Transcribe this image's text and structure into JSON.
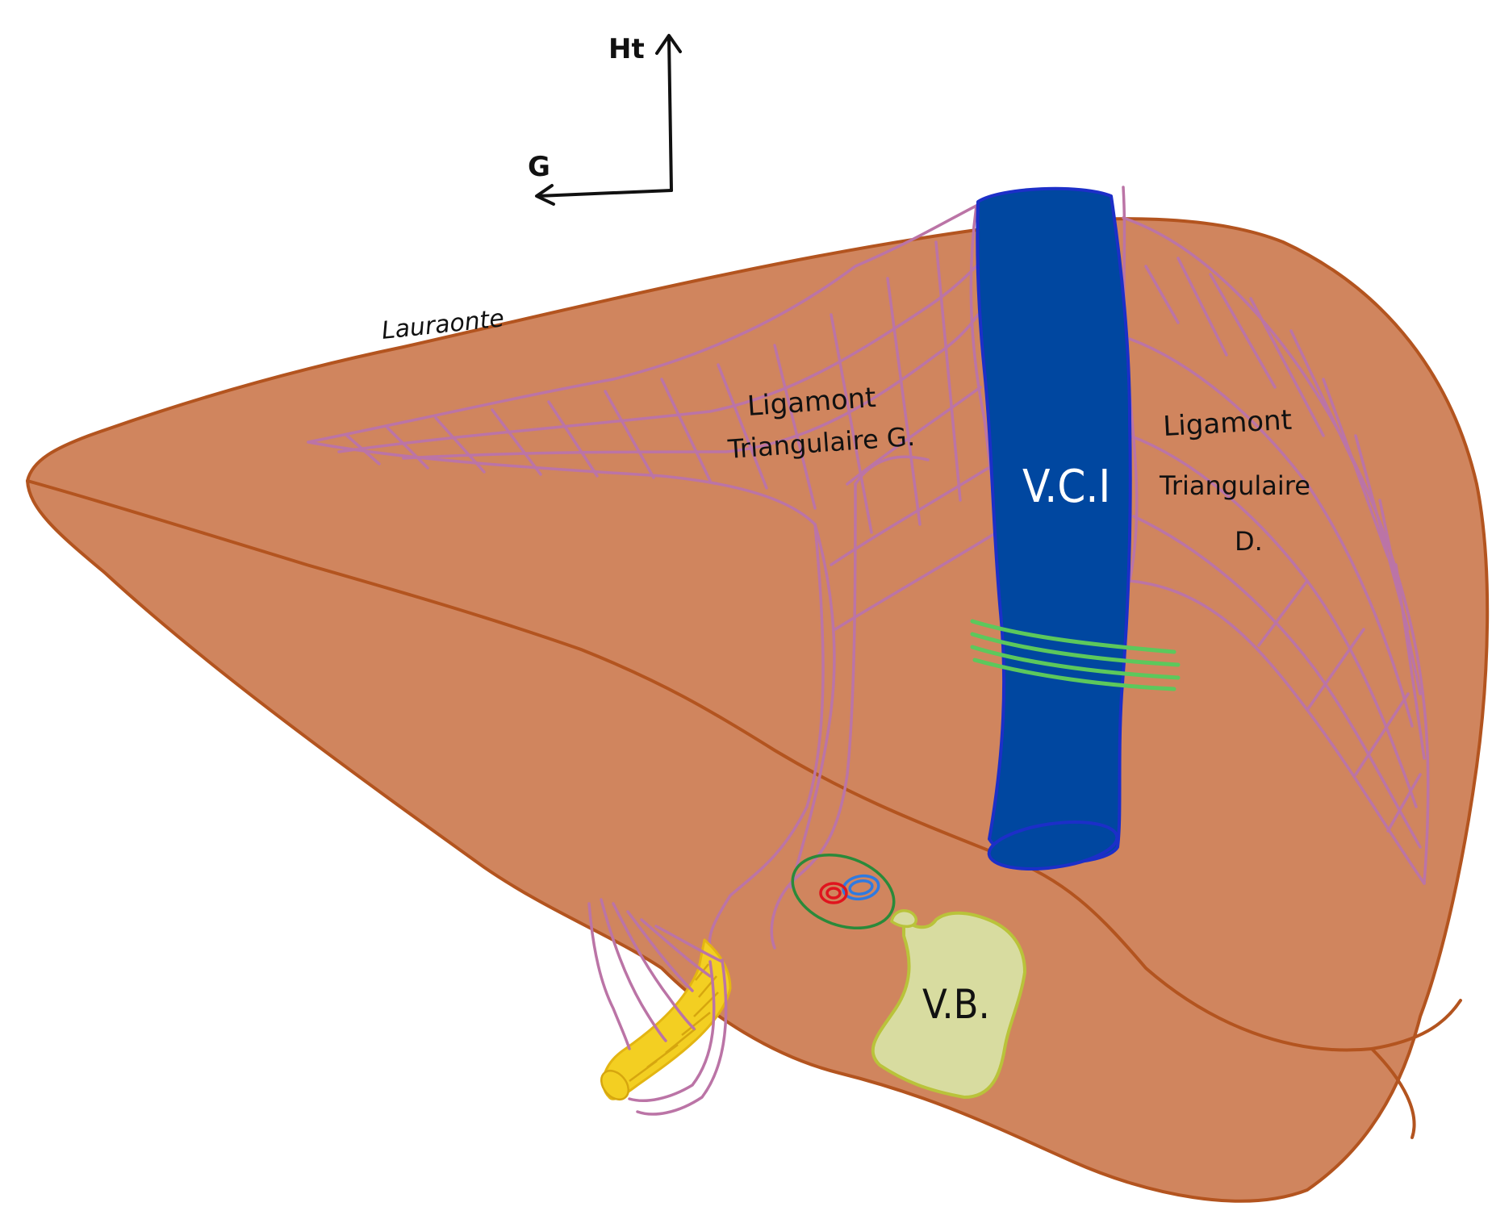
{
  "labels": {
    "orientation_up": "Ht",
    "orientation_left": "G",
    "laurante": "Lauraonte",
    "lig_g_line1": "Ligamont",
    "lig_g_line2": "Triangulaire G.",
    "vci": "V.C.I",
    "lig_d_line1": "Ligamont",
    "lig_d_line2": "Triangulaire",
    "lig_d_line3": "D.",
    "vb": "V.B."
  },
  "colors": {
    "liver_fill": "#d0855e",
    "liver_stroke": "#b3541f",
    "ligament": "#bb74a6",
    "vena_cava": "#0047a0",
    "vena_cava_stroke": "#1c2fc8",
    "gallbladder": "#d8dca0",
    "gallbladder_stroke": "#b9c33a",
    "round_ligament": "#f3cf22",
    "green_band": "#5cc85c",
    "pedicle_ring": "#2a8a3a",
    "artery": "#e0141e",
    "portal_vein": "#2f7ae0",
    "text": "#111111",
    "vci_text": "#ffffff"
  }
}
